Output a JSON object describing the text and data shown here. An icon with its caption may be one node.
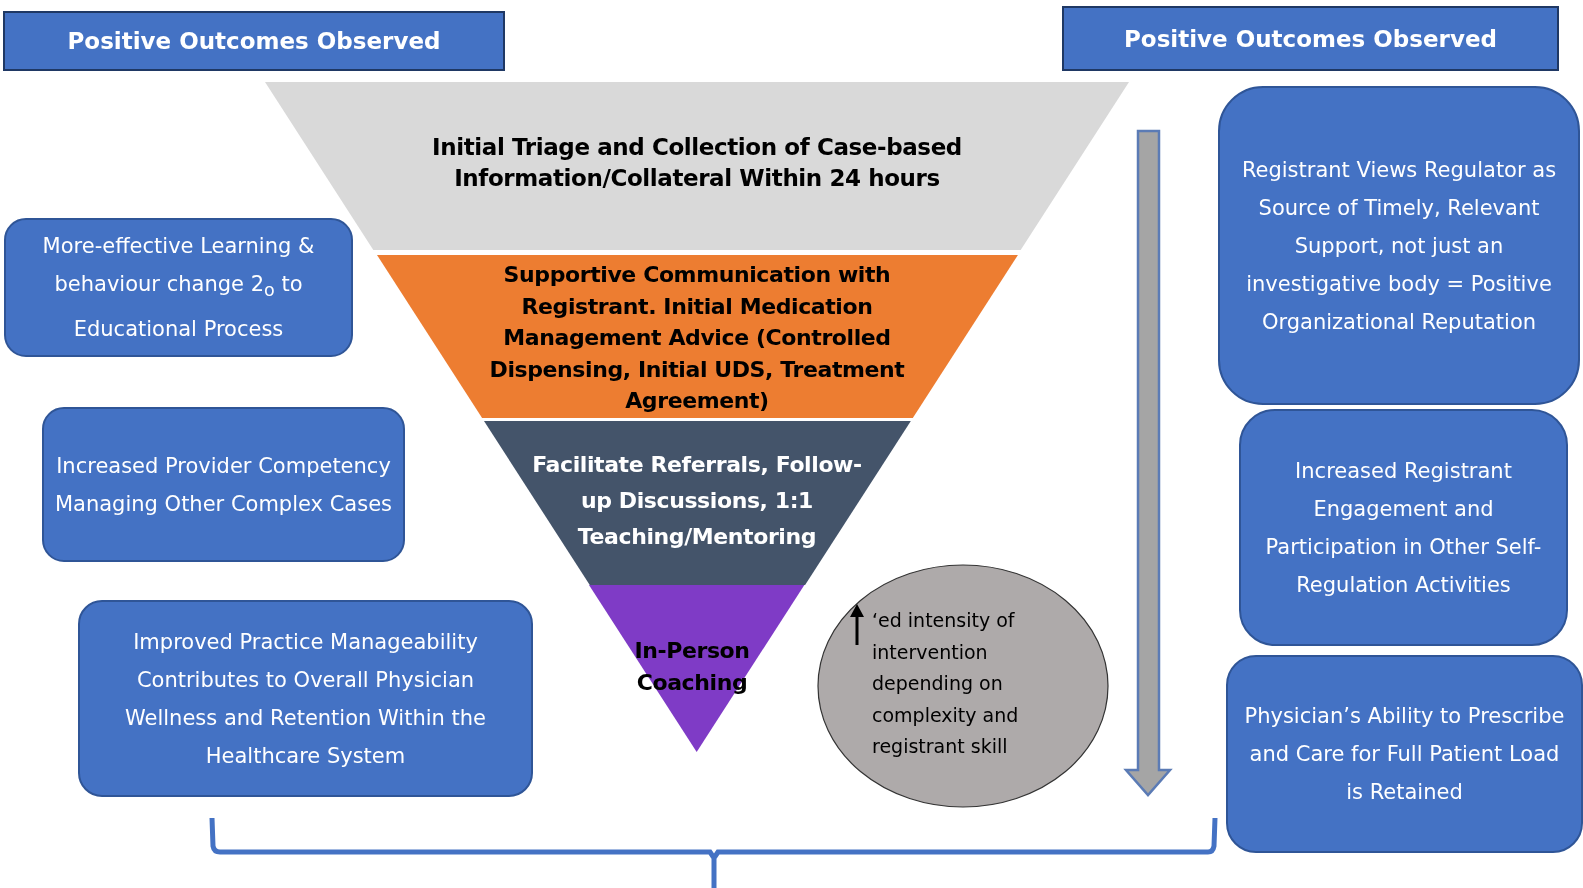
{
  "diagram": {
    "nodes": [
      {
        "text": [
          "Positive Outcomes Observed"
        ]
      },
      {
        "text": [
          "Positive Outcomes Observed"
        ]
      },
      {
        "text": [
          "Initial Triage and Collection of Case-based Information/Collateral Within 24 hours"
        ]
      },
      {
        "text": [
          "Supportive Communication with Registrant. Initial Medication Management Advice (Controlled Dispensing, Initial UDS, Treatment Agreement)"
        ]
      },
      {
        "text": [
          "Facilitate Referrals, Follow-up Discussions, 1:1 Teaching/Mentoring"
        ]
      },
      {
        "text": [
          "In-Person Coaching"
        ]
      },
      {
        "text": [
          "More-effective Learning & behaviour change 2$_{o}$ to Educational Process"
        ]
      },
      {
        "text": [
          "Increased Provider Competency Managing Other Complex Cases"
        ]
      },
      {
        "text": [
          "Improved Practice Manageability Contributes to Overall Physician Wellness and Retention Within the Healthcare System"
        ]
      },
      {
        "text": [
          "‘ed intensity of intervention depending on complexity and registrant skill"
        ]
      },
      {
        "text": [
          "Registrant Views Regulator as Source of Timely, Relevant Support, not just an investigative body = Positive Organizational Reputation"
        ]
      },
      {
        "text": [
          "Increased Registrant Engagement and Participation in Other Self-Regulation Activities"
        ]
      },
      {
        "text": [
          "Physician’s Ability to Prescribe and Care for Full Patient Load is Retained"
        ]
      }
    ]
  }
}
